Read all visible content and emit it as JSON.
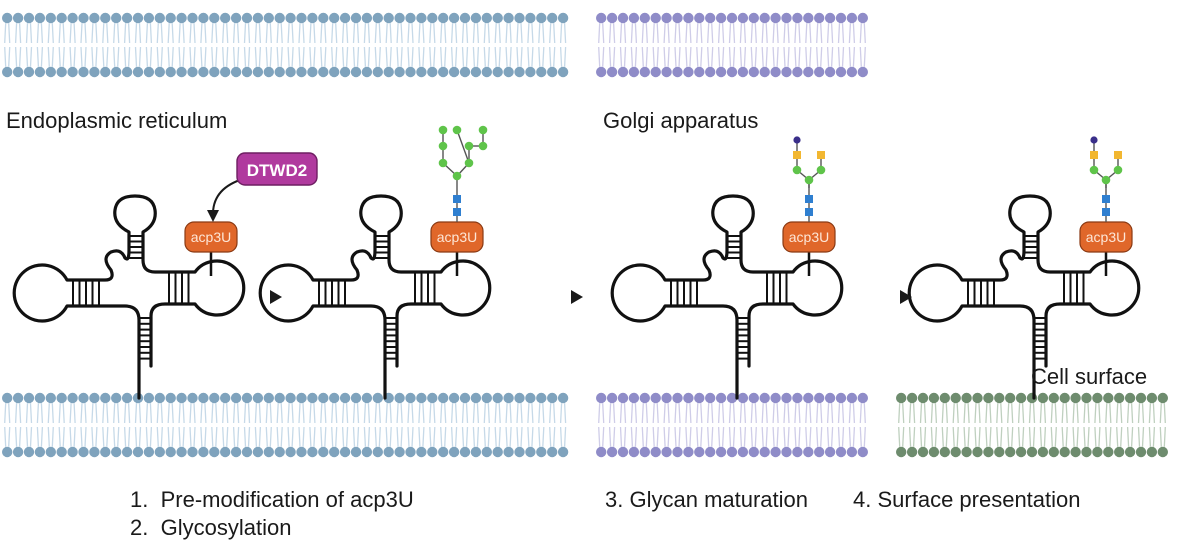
{
  "title": "acp3U-dependent tRNA glycosylation and surface presentation",
  "compartments": {
    "er": {
      "label": "Endoplasmic reticulum",
      "color": "#7fa3bd",
      "tail": "#c6d9e8"
    },
    "golgi": {
      "label": "Golgi apparatus",
      "color": "#8f8cc8",
      "tail": "#cfcde8"
    },
    "surface": {
      "label": "Cell surface",
      "color": "#6e8c6e",
      "tail": "#bfd0bf"
    }
  },
  "enzyme": {
    "label": "DTWD2",
    "color": "#b03a9e"
  },
  "modification": {
    "label": "acp3U",
    "color": "#e0672a"
  },
  "glycan_colors": {
    "mannose": "#5fc44a",
    "glcnac": "#2f7fd0",
    "galactose": "#f2b731",
    "sialic": "#3a2f8a"
  },
  "stages": [
    {
      "id": "pre-modification",
      "enzyme": true,
      "glycan": "none"
    },
    {
      "id": "glycosylation",
      "enzyme": false,
      "glycan": "high-mannose"
    },
    {
      "id": "glycan-maturation",
      "enzyme": false,
      "glycan": "complex-monosialyl"
    },
    {
      "id": "surface-presentation",
      "enzyme": false,
      "glycan": "complex-monosialyl"
    }
  ],
  "steps": [
    {
      "number": "1.",
      "label": "Pre-modification of acp3U"
    },
    {
      "number": "2.",
      "label": "Glycosylation"
    },
    {
      "number": "3.",
      "label": "Glycan maturation"
    },
    {
      "number": "4.",
      "label": "Surface presentation"
    }
  ]
}
